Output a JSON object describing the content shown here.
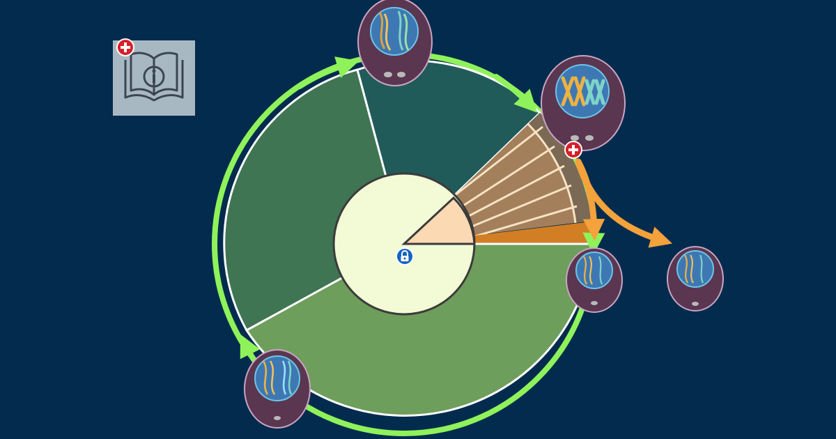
{
  "diagram": {
    "phases": [
      {
        "id": "g1",
        "value": 33,
        "color": "#3f7553"
      },
      {
        "id": "s",
        "value": 22,
        "color": "#205b5a"
      },
      {
        "id": "m",
        "value": 12,
        "color": "#a47f5c"
      },
      {
        "id": "cytokinesis",
        "value": 3,
        "color": "#d17e24"
      },
      {
        "id": "g2",
        "value": 30,
        "color": "#6e9e5b"
      }
    ],
    "inner_wedge_color": "#fbd9b3",
    "arrow_color": "#8ff25a",
    "exit_arrow_color": "#f4a23c",
    "background_color": "#032b4e"
  },
  "icons": {
    "info": "book-info-icon",
    "expand": "plus-icon",
    "lock": "lock-icon"
  }
}
